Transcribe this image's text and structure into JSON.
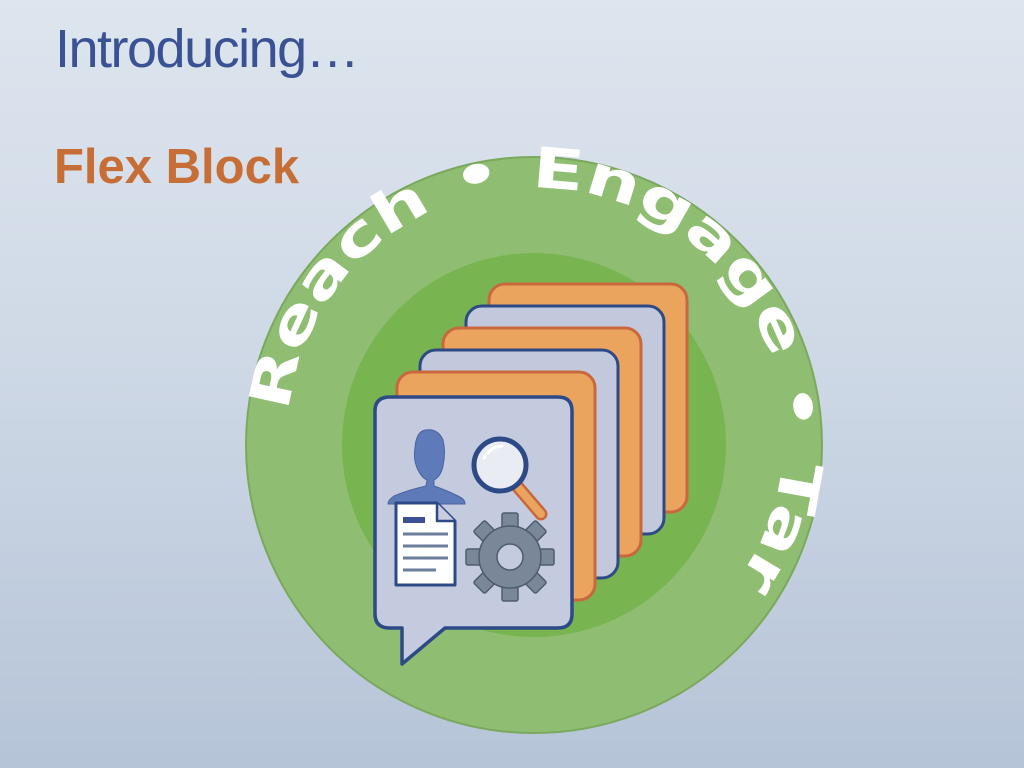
{
  "slide": {
    "title": "Introducing…",
    "subtitle": "Flex Block"
  },
  "logo": {
    "ring_text": "Reach • Engage • Target",
    "icons": [
      "person-icon",
      "magnifier-icon",
      "document-icon",
      "gear-icon"
    ]
  },
  "colors": {
    "title": "#3a5194",
    "subtitle": "#c76e36",
    "ring_outer": "#8fbd72",
    "ring_inner": "#78b550",
    "card_orange": "#eba45e",
    "card_lavender": "#c3c9dd",
    "card_border": "#2e4a86"
  }
}
